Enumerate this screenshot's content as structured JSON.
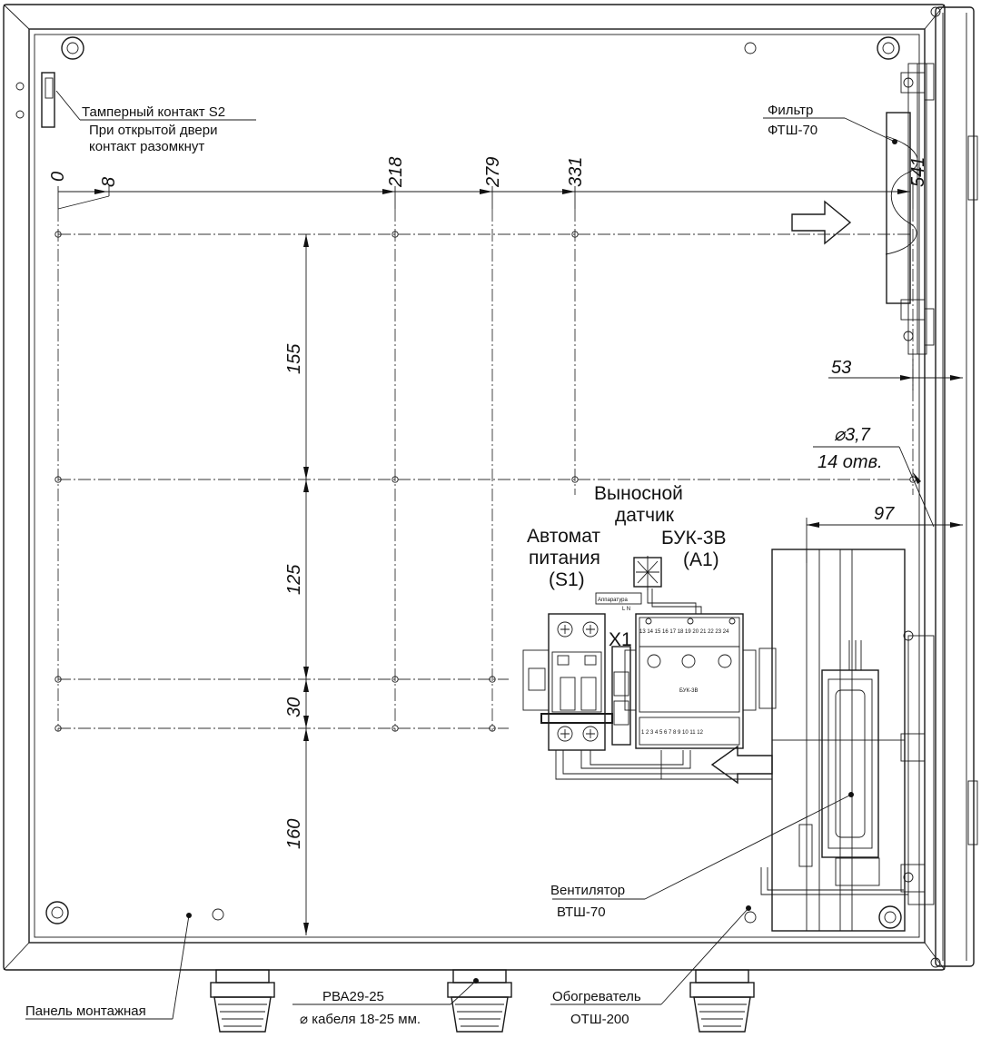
{
  "callouts": {
    "tamper_title": "Тамперный контакт S2",
    "tamper_line2": "При открытой двери",
    "tamper_line3": "контакт разомкнут",
    "filter_line1": "Фильтр",
    "filter_line2": "ФТШ-70",
    "sensor_line1": "Выносной",
    "sensor_line2": "датчик",
    "breaker_line1": "Автомат",
    "breaker_line2": "питания",
    "breaker_line3": "(S1)",
    "controller_line1": "БУК-3В",
    "controller_line2": "(A1)",
    "terminal_label": "X1",
    "fan_line1": "Вентилятор",
    "fan_line2": "ВТШ-70",
    "panel_label": "Панель монтажная",
    "gland_line1": "РВА29-25",
    "gland_line2": "⌀ кабеля 18-25 мм.",
    "heater_line1": "Обогреватель",
    "heater_line2": "ОТШ-200"
  },
  "dimensions": {
    "x0": "0",
    "x8": "8",
    "x218": "218",
    "x279": "279",
    "x331": "331",
    "x541": "541",
    "v155": "155",
    "v125": "125",
    "v30": "30",
    "v160": "160",
    "h53": "53",
    "h97": "97",
    "hole_dia": "⌀3,7",
    "hole_count": "14 отв."
  },
  "device": {
    "apparatus_label": "Аппаратура",
    "apparatus_ln": "L   N",
    "controller_name": "БУК-3В",
    "top_terminals": "13 14 15 16 17 18 19 20 21 22 23 24",
    "bottom_terminals": "1 2 3 4 5 6 7 8 9 10 11 12"
  }
}
